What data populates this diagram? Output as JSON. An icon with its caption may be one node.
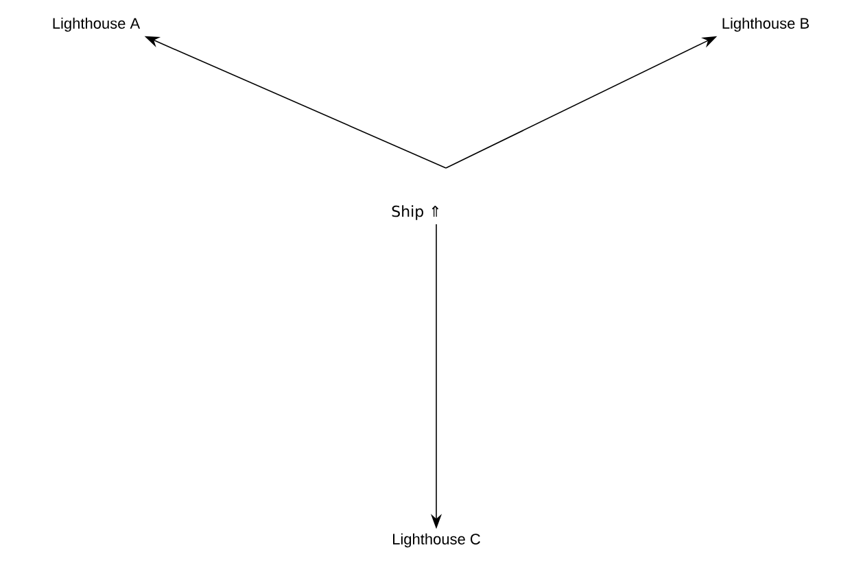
{
  "diagram": {
    "nodes": [
      {
        "text": [
          "Ship ⇑"
        ]
      },
      {
        "text": [
          "Lighthouse A"
        ]
      },
      {
        "text": [
          "Lighthouse B"
        ]
      },
      {
        "text": [
          "Lighthouse C"
        ]
      }
    ],
    "edges": [
      {
        "from": 0,
        "to": 1,
        "arrow": "to"
      },
      {
        "from": 0,
        "to": 2,
        "arrow": "to"
      },
      {
        "from": 0,
        "to": 3,
        "arrow": "to"
      }
    ]
  }
}
